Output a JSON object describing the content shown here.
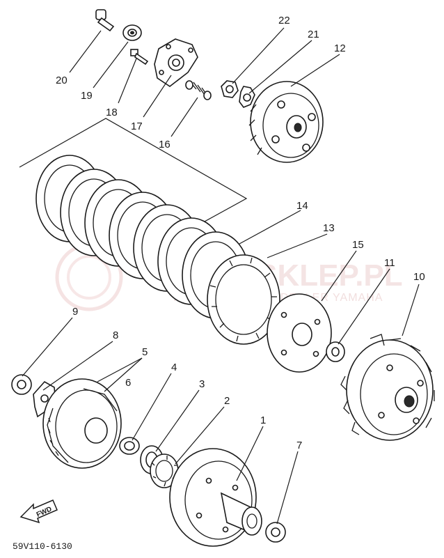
{
  "diagram": {
    "code": "59V110-6130",
    "fwd_label": "FWD",
    "watermark": {
      "main": "MOTOSKLEP.PL",
      "sub": "AUTORYZOWANY DEALER YAMAHA"
    },
    "part_labels": [
      {
        "id": "20",
        "text": "20"
      },
      {
        "id": "19",
        "text": "19"
      },
      {
        "id": "18",
        "text": "18"
      },
      {
        "id": "17",
        "text": "17"
      },
      {
        "id": "16",
        "text": "16"
      },
      {
        "id": "22",
        "text": "22"
      },
      {
        "id": "21",
        "text": "21"
      },
      {
        "id": "12",
        "text": "12"
      },
      {
        "id": "14",
        "text": "14"
      },
      {
        "id": "13",
        "text": "13"
      },
      {
        "id": "15",
        "text": "15"
      },
      {
        "id": "11",
        "text": "11"
      },
      {
        "id": "10",
        "text": "10"
      },
      {
        "id": "9",
        "text": "9"
      },
      {
        "id": "8",
        "text": "8"
      },
      {
        "id": "5",
        "text": "5"
      },
      {
        "id": "6",
        "text": "6"
      },
      {
        "id": "4",
        "text": "4"
      },
      {
        "id": "3",
        "text": "3"
      },
      {
        "id": "2",
        "text": "2"
      },
      {
        "id": "1",
        "text": "1"
      },
      {
        "id": "7",
        "text": "7"
      }
    ]
  }
}
